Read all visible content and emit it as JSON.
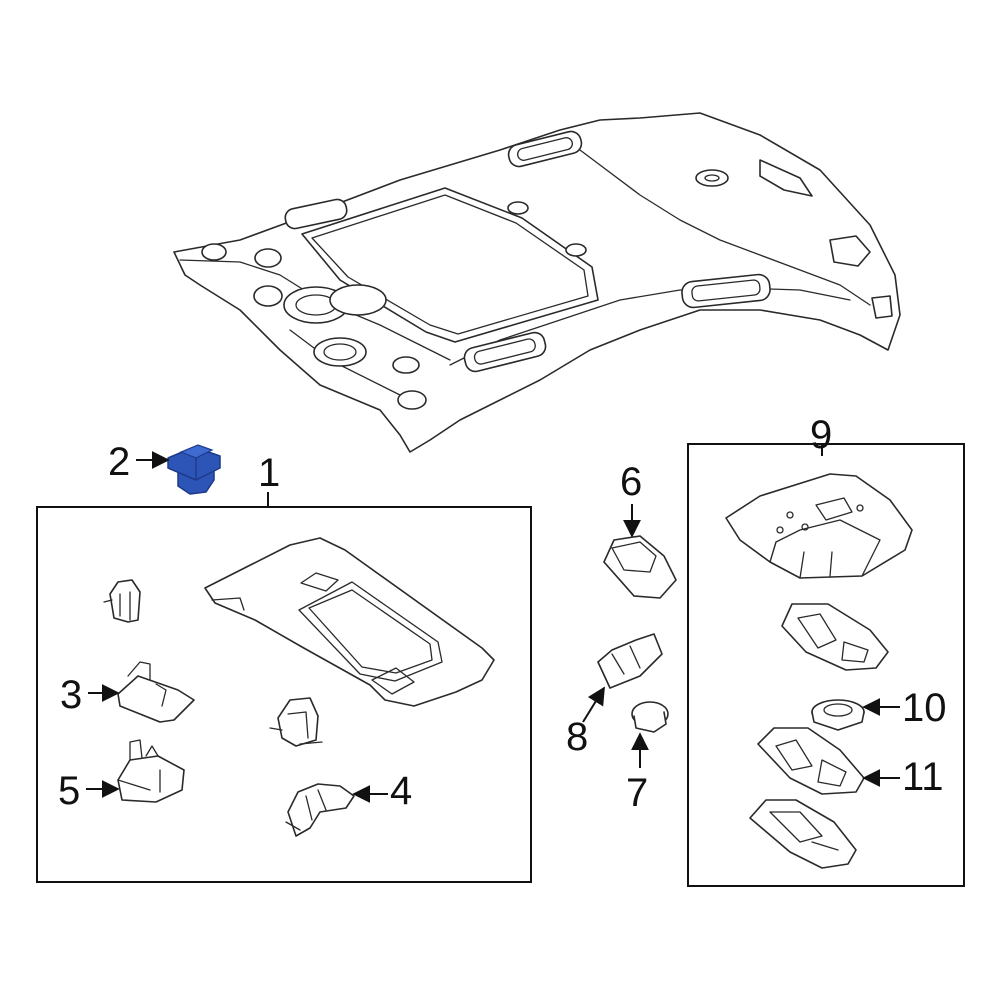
{
  "callouts": {
    "c1": "1",
    "c2": "2",
    "c3": "3",
    "c4": "4",
    "c5": "5",
    "c6": "6",
    "c7": "7",
    "c8": "8",
    "c9": "9",
    "c10": "10",
    "c11": "11"
  },
  "colors": {
    "highlight": "#2d55b8",
    "highlight_dark": "#1c3a88",
    "line": "#2a2a2a",
    "background": "#ffffff"
  }
}
